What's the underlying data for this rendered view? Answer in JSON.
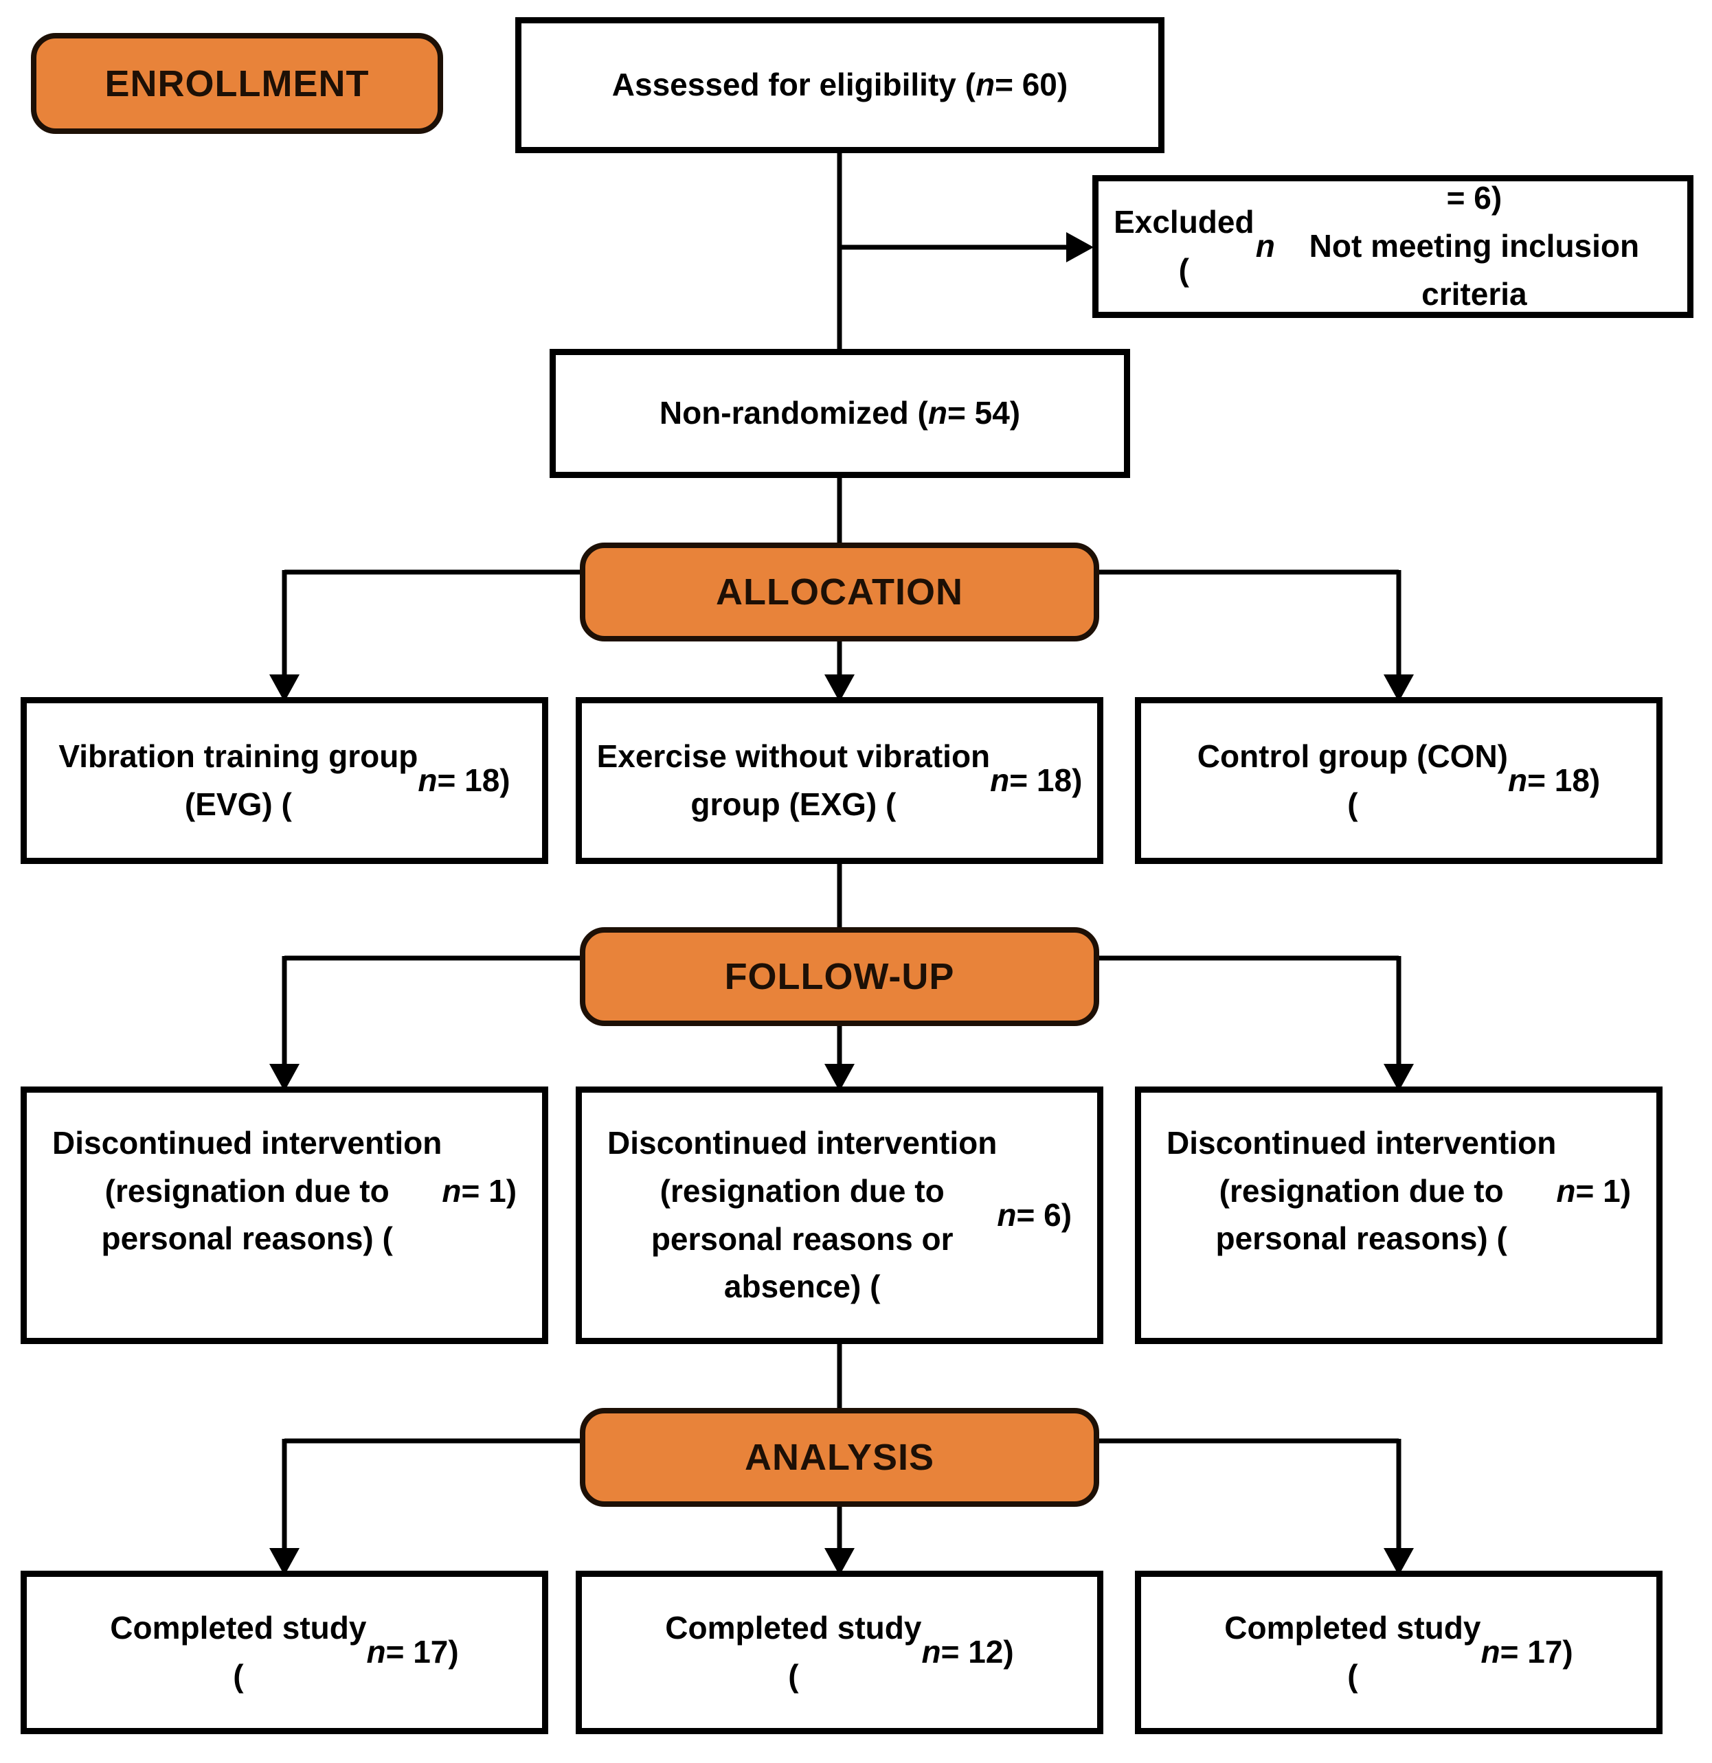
{
  "diagram": {
    "title": "Study enrollment flow diagram",
    "stages": {
      "enrollment": "ENROLLMENT",
      "allocation": "ALLOCATION",
      "followup": "FOLLOW-UP",
      "analysis": "ANALYSIS"
    },
    "boxes": {
      "assessed": "Assessed for eligibility (n = 60)",
      "excluded": "Excluded (n = 6)\nNot meeting inclusion criteria",
      "non_randomized": "Non-randomized (n = 54)",
      "group_evg": "Vibration training group\n(EVG) (n = 18)",
      "group_exg": "Exercise without vibration\ngroup (EXG) (n = 18)",
      "group_con": "Control group (CON)\n(n = 18)",
      "followup_evg": "Discontinued intervention\n(resignation due to\npersonal reasons) (n = 1)",
      "followup_exg": "Discontinued intervention\n(resignation due to\npersonal reasons or\nabsence) (n = 6)",
      "followup_con": "Discontinued intervention\n(resignation due to\npersonal reasons) (n = 1)",
      "completed_evg": "Completed study\n(n = 17)",
      "completed_exg": "Completed study\n(n = 12)",
      "completed_con": "Completed study\n(n = 17)"
    },
    "counts": {
      "assessed": 60,
      "excluded": 6,
      "non_randomized": 54,
      "evg": 18,
      "exg": 18,
      "con": 18,
      "discontinued_evg": 1,
      "discontinued_exg": 6,
      "discontinued_con": 1,
      "completed_evg": 17,
      "completed_exg": 12,
      "completed_con": 17
    },
    "colors": {
      "stage_fill": "#E8833A",
      "stage_border": "#1d1006",
      "box_border": "#000000",
      "text": "#000000",
      "connector": "#000000"
    }
  }
}
